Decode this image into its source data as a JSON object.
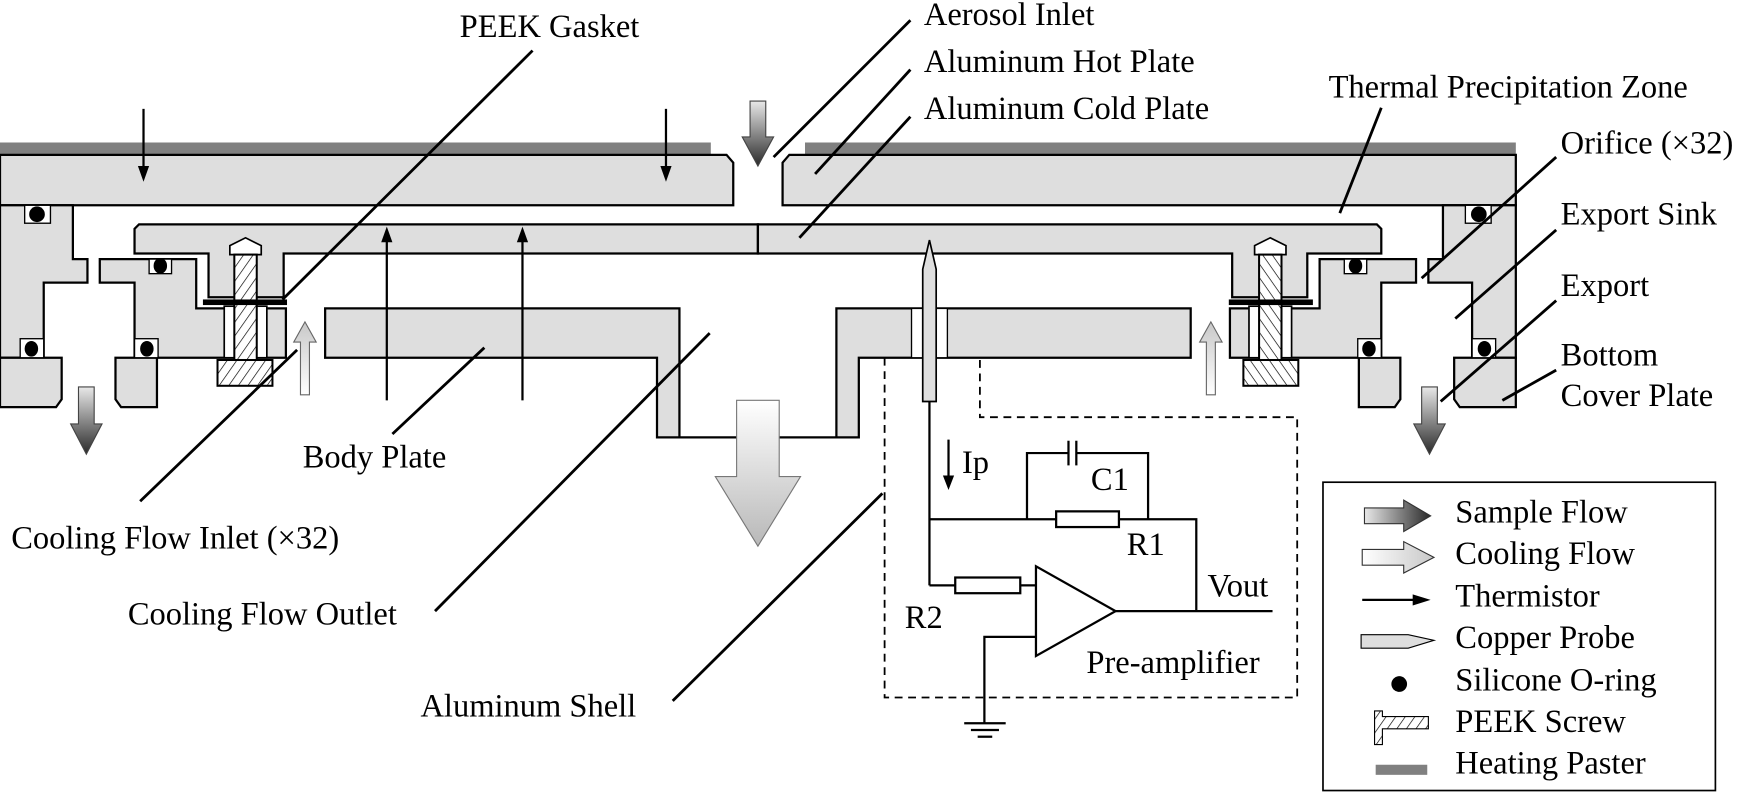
{
  "labels": {
    "peek_gasket": "PEEK Gasket",
    "aerosol_inlet": "Aerosol Inlet",
    "hot_plate": "Aluminum Hot Plate",
    "cold_plate": "Aluminum Cold Plate",
    "precipitation_zone": "Thermal Precipitation Zone",
    "orifice": "Orifice (×32)",
    "export_sink": "Export Sink",
    "export": "Export",
    "bottom_cover_1": "Bottom",
    "bottom_cover_2": "Cover Plate",
    "body_plate": "Body Plate",
    "cooling_inlet": "Cooling Flow Inlet (×32)",
    "cooling_outlet": "Cooling Flow Outlet",
    "aluminum_shell": "Aluminum Shell"
  },
  "circuit": {
    "current": "Ip",
    "capacitor": "C1",
    "resistor_1": "R1",
    "resistor_2": "R2",
    "output": "Vout",
    "amplifier": "Pre-amplifier"
  },
  "legend": [
    {
      "label": "Sample Flow",
      "icon": "dark-gradient-arrow"
    },
    {
      "label": "Cooling Flow",
      "icon": "light-gradient-arrow"
    },
    {
      "label": "Thermistor",
      "icon": "thin-arrow"
    },
    {
      "label": "Copper Probe",
      "icon": "probe"
    },
    {
      "label": "Silicone O-ring",
      "icon": "black-dot"
    },
    {
      "label": "PEEK Screw",
      "icon": "hatched-screw"
    },
    {
      "label": "Heating Paster",
      "icon": "gray-bar"
    }
  ],
  "colors": {
    "plate_fill": "#dedede",
    "heating_paster": "#808080",
    "sample_flow_dark": "#333333",
    "cooling_flow_light": "#d0d0d0"
  }
}
